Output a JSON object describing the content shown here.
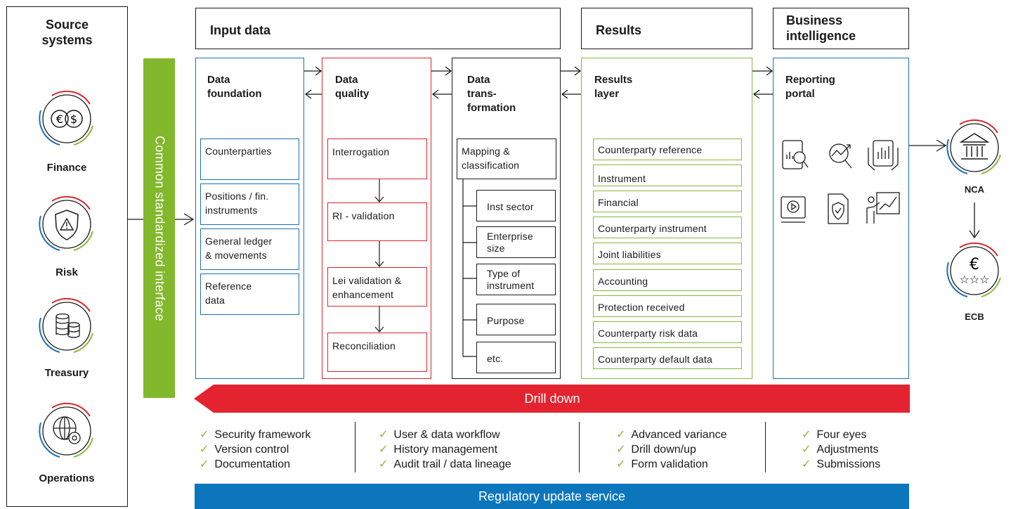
{
  "headers": {
    "source": "Source\nsystems",
    "input": "Input data",
    "results": "Results",
    "bi": "Business\nintelligence"
  },
  "sources": [
    {
      "label": "Finance",
      "icon": "currency-exchange-icon"
    },
    {
      "label": "Risk",
      "icon": "shield-warning-icon"
    },
    {
      "label": "Treasury",
      "icon": "coin-stacks-icon"
    },
    {
      "label": "Operations",
      "icon": "globe-gear-icon"
    }
  ],
  "interface_label": "Common standardized interface",
  "data_foundation": {
    "title": "Data\nfoundation",
    "items": [
      "Counterparties",
      "Positions / fin.\ninstruments",
      "General ledger\n& movements",
      "Reference\ndata"
    ]
  },
  "data_quality": {
    "title": "Data\nquality",
    "items": [
      "Interrogation",
      "RI - validation",
      "Lei validation &\nenhancement",
      "Reconciliation"
    ]
  },
  "data_transformation": {
    "title": "Data\ntrans-\nformation",
    "main": "Mapping &\nclassification",
    "items": [
      "Inst sector",
      "Enterprise\nsize",
      "Type of\ninstrument",
      "Purpose",
      "etc."
    ]
  },
  "results_layer": {
    "title": "Results\nlayer",
    "items": [
      "Counterparty reference",
      "Instrument",
      "Financial",
      "Counterparty instrument",
      "Joint liabilities",
      "Accounting",
      "Protection received",
      "Counterparty risk data",
      "Counterparty default data"
    ]
  },
  "reporting": {
    "title": "Reporting\nportal",
    "icons": [
      "tablet-analytics-icon",
      "magnify-trend-icon",
      "hands-chart-icon",
      "video-player-icon",
      "document-shield-icon",
      "presenter-chart-icon"
    ]
  },
  "targets": [
    {
      "label": "NCA",
      "icon": "bank-building-icon"
    },
    {
      "label": "ECB",
      "icon": "euro-stars-icon"
    }
  ],
  "drill_down": "Drill down",
  "features": [
    [
      "Security framework",
      "Version control",
      "Documentation"
    ],
    [
      "User & data workflow",
      "History management",
      "Audit trail / data lineage"
    ],
    [
      "Advanced variance",
      "Drill down/up",
      "Form validation"
    ],
    [
      "Four eyes",
      "Adjustments",
      "Submissions"
    ]
  ],
  "regulatory": "Regulatory update service",
  "colors": {
    "blue": "#1d6fb8",
    "red": "#d7282f",
    "green": "#87b93b",
    "black": "#1a1a1a",
    "drill_red": "#e42330",
    "reg_blue": "#0c76bd"
  }
}
